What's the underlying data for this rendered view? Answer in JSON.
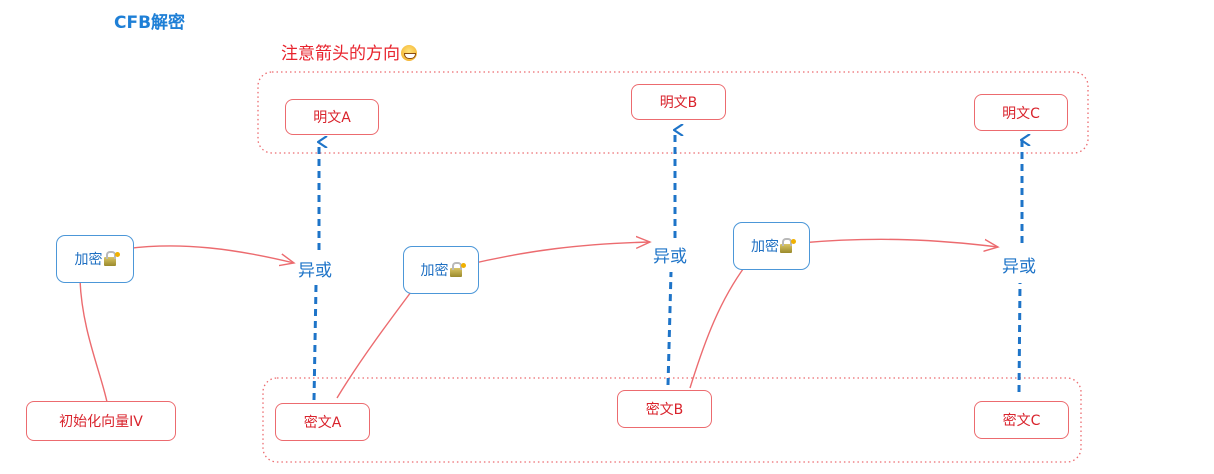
{
  "header": {
    "title": "CFB解密",
    "note": "注意箭头的方向"
  },
  "colors": {
    "accent_blue": "#1e7fd6",
    "accent_red": "#e8242e",
    "box_red_border": "#ec6b6f",
    "box_blue_border": "#4c97d8"
  },
  "plaintext_nodes": [
    {
      "label": "明文A"
    },
    {
      "label": "明文B"
    },
    {
      "label": "明文C"
    }
  ],
  "ciphertext_nodes": [
    {
      "label": "密文A"
    },
    {
      "label": "密文B"
    },
    {
      "label": "密文C"
    }
  ],
  "encrypt_nodes": [
    {
      "label": "加密",
      "icon": "lock-key-icon"
    },
    {
      "label": "加密",
      "icon": "lock-key-icon"
    },
    {
      "label": "加密",
      "icon": "lock-key-icon"
    }
  ],
  "xor_nodes": [
    {
      "label": "异或"
    },
    {
      "label": "异或"
    },
    {
      "label": "异或"
    }
  ],
  "iv_node": {
    "label": "初始化向量IV"
  }
}
